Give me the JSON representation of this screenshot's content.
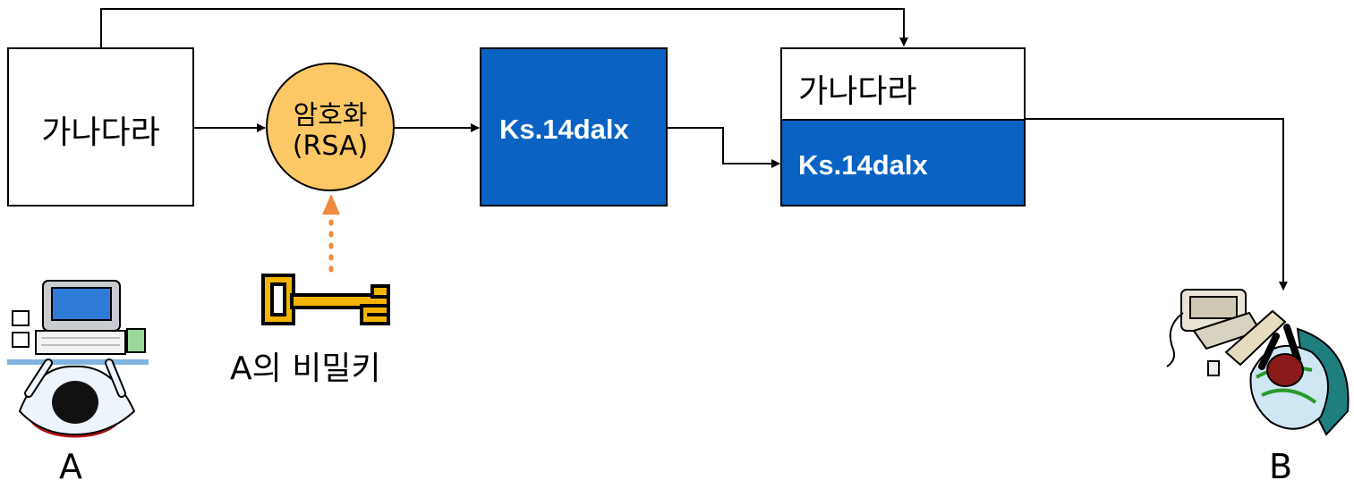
{
  "colors": {
    "cipher_blue": "#0A63C2",
    "circle_fill": "#FCC865",
    "key_dots": "#F08A3C",
    "key_fill": "#F3B400",
    "line": "#000000"
  },
  "plaintext_box": {
    "label": "가나다라"
  },
  "encrypt_node": {
    "line1": "암호화",
    "line2": "(RSA)"
  },
  "cipher_box": {
    "label": "Ks.14dalx"
  },
  "output_box": {
    "top_label": "가나다라",
    "bottom_label": "Ks.14dalx"
  },
  "key": {
    "icon": "key-icon",
    "label": "A의 비밀키"
  },
  "sender": {
    "icon": "person-at-computer-icon",
    "label": "A"
  },
  "receiver": {
    "icon": "person-at-computer-icon",
    "label": "B"
  }
}
